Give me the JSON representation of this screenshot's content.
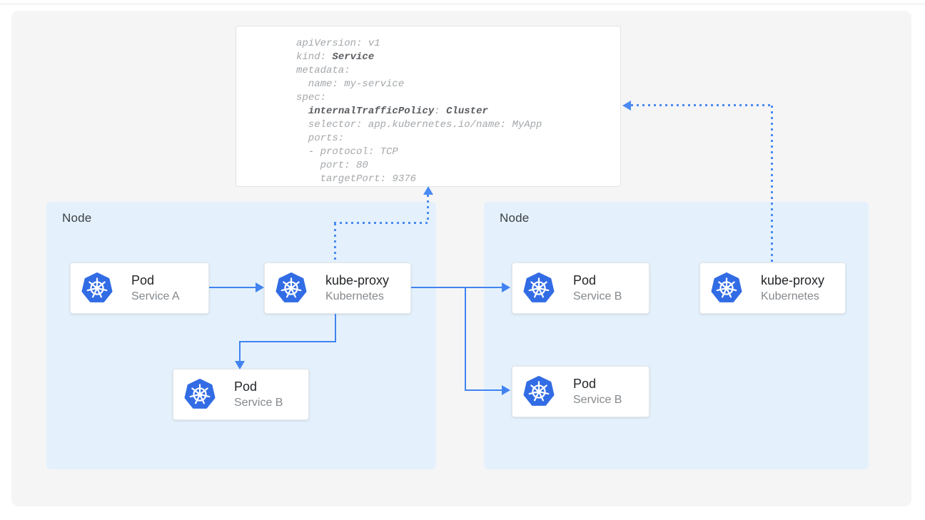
{
  "yaml_card": {
    "lines": [
      {
        "pre": "apiVersion: v1"
      },
      {
        "pre": "kind: ",
        "b1": "Service"
      },
      {
        "pre": "metadata:"
      },
      {
        "pre": "  name: my-service"
      },
      {
        "pre": "spec:"
      },
      {
        "pre": "  ",
        "b1": "internalTrafficPolicy",
        "mid": ": ",
        "b2": "Cluster"
      },
      {
        "pre": "  selector: app.kubernetes.io/name: MyApp"
      },
      {
        "pre": "  ports:"
      },
      {
        "pre": "  - protocol: TCP"
      },
      {
        "pre": "    port: 80"
      },
      {
        "pre": "    targetPort: 9376"
      }
    ]
  },
  "nodes": [
    {
      "label": "Node"
    },
    {
      "label": "Node"
    }
  ],
  "cards": {
    "pod_a": {
      "title": "Pod",
      "subtitle": "Service A"
    },
    "kube_proxy_1": {
      "title": "kube-proxy",
      "subtitle": "Kubernetes"
    },
    "pod_b_node1": {
      "title": "Pod",
      "subtitle": "Service B"
    },
    "pod_b_node2_top": {
      "title": "Pod",
      "subtitle": "Service B"
    },
    "pod_b_node2_bot": {
      "title": "Pod",
      "subtitle": "Service B"
    },
    "kube_proxy_2": {
      "title": "kube-proxy",
      "subtitle": "Kubernetes"
    }
  },
  "icons": {
    "kubernetes": "kubernetes-helm-logo"
  },
  "colors": {
    "arrow_blue": "#4183f0",
    "dotted_blue": "#4a8af4",
    "kubernetes_blue": "#326ce5",
    "node_background": "#e4f1fc",
    "panel_background": "#f5f5f6",
    "yaml_regular_text": "#a4a7aa",
    "yaml_bold_text": "#595c60"
  }
}
